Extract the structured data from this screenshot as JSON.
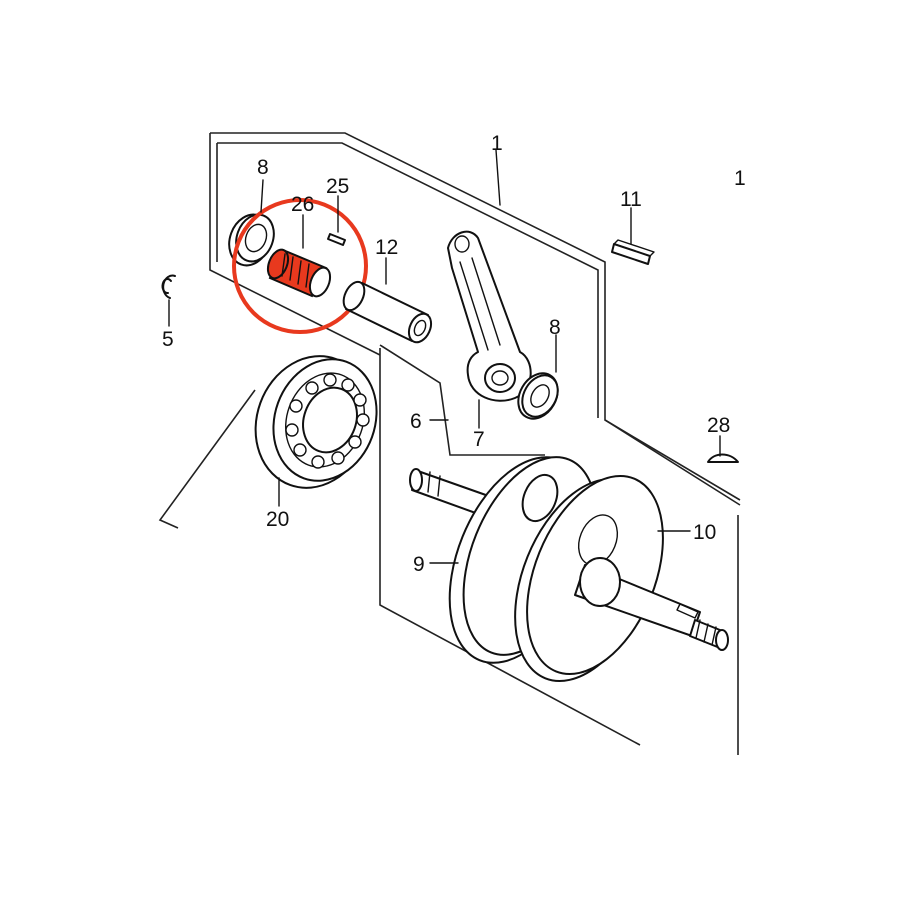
{
  "diagram": {
    "highlight_color": "#e8391e",
    "parts": [
      {
        "id": "crankshaft-assembly",
        "number": "1"
      },
      {
        "id": "circlip",
        "number": "5"
      },
      {
        "id": "crank-pin-group",
        "number": "6"
      },
      {
        "id": "connecting-rod",
        "number": "7"
      },
      {
        "id": "thrust-washer-left",
        "number": "8"
      },
      {
        "id": "thrust-washer-right",
        "number": "8"
      },
      {
        "id": "crank-web-left",
        "number": "9"
      },
      {
        "id": "crank-web-right",
        "number": "10"
      },
      {
        "id": "key",
        "number": "11"
      },
      {
        "id": "crank-pin",
        "number": "12"
      },
      {
        "id": "ball-bearing",
        "number": "20"
      },
      {
        "id": "needle-bearing",
        "number": "26",
        "highlighted": true
      },
      {
        "id": "pin",
        "number": "25"
      },
      {
        "id": "woodruff-key",
        "number": "28"
      },
      {
        "id": "edge-fragment",
        "number": "1"
      }
    ]
  }
}
